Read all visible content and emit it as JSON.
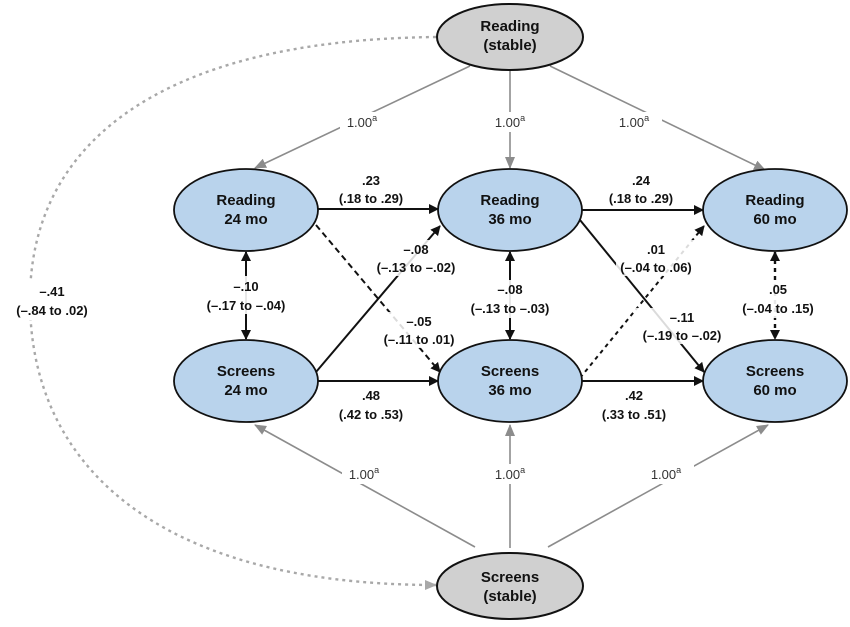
{
  "colors": {
    "stable_fill": "#d0d0d0",
    "time_fill": "#b9d3ec",
    "node_stroke": "#111111",
    "arrow_dark": "#111111",
    "arrow_gray": "#8c8c8c"
  },
  "nodes": {
    "reading_stable": {
      "line1": "Reading",
      "line2": "(stable)"
    },
    "reading_24": {
      "line1": "Reading",
      "line2": "24 mo"
    },
    "reading_36": {
      "line1": "Reading",
      "line2": "36 mo"
    },
    "reading_60": {
      "line1": "Reading",
      "line2": "60 mo"
    },
    "screens_24": {
      "line1": "Screens",
      "line2": "24 mo"
    },
    "screens_36": {
      "line1": "Screens",
      "line2": "36 mo"
    },
    "screens_60": {
      "line1": "Screens",
      "line2": "60 mo"
    },
    "screens_stable": {
      "line1": "Screens",
      "line2": "(stable)"
    }
  },
  "loadings": {
    "value": "1.00",
    "superscript": "a"
  },
  "paths": {
    "r24_r36": {
      "est": ".23",
      "ci": "(.18 to .29)"
    },
    "r36_r60": {
      "est": ".24",
      "ci": "(.18 to .29)"
    },
    "s24_s36": {
      "est": ".48",
      "ci": "(.42 to .53)"
    },
    "s36_s60": {
      "est": ".42",
      "ci": "(.33 to .51)"
    },
    "s24_r36": {
      "est": "–.08",
      "ci": "(–.13 to –.02)"
    },
    "r24_s36": {
      "est": "–.05",
      "ci": "(–.11 to .01)"
    },
    "s36_r60": {
      "est": ".01",
      "ci": "(–.04 to .06)"
    },
    "r36_s60": {
      "est": "–.11",
      "ci": "(–.19 to –.02)"
    },
    "cov_24": {
      "est": "–.10",
      "ci": "(–.17 to –.04)"
    },
    "cov_36": {
      "est": "–.08",
      "ci": "(–.13 to –.03)"
    },
    "cov_60": {
      "est": ".05",
      "ci": "(–.04 to .15)"
    },
    "cov_stable": {
      "est": "–.41",
      "ci": "(–.84 to .02)"
    }
  }
}
